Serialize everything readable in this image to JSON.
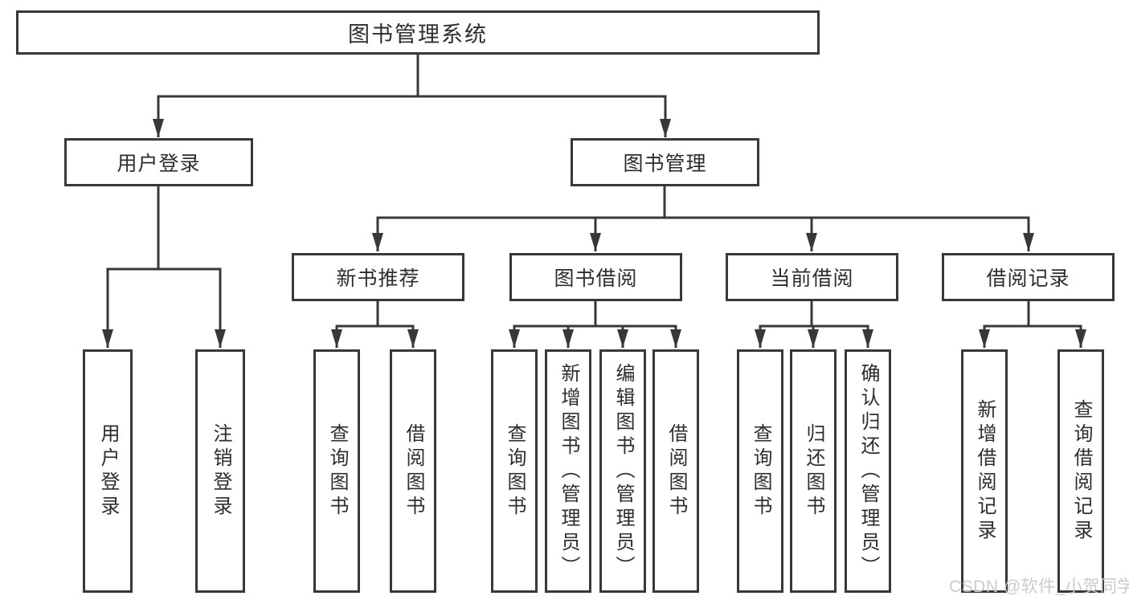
{
  "diagram": {
    "type": "hierarchy-tree",
    "colors": {
      "line": "#383838",
      "box_border": "#383838",
      "text": "#2d2d2d",
      "background": "#ffffff",
      "watermark": "#cbcbcb"
    },
    "tree": {
      "label": "图书管理系统",
      "children": [
        {
          "label": "用户登录",
          "children": [
            {
              "label": "用户登录"
            },
            {
              "label": "注销登录"
            }
          ]
        },
        {
          "label": "图书管理",
          "children": [
            {
              "label": "新书推荐",
              "children": [
                {
                  "label": "查询图书"
                },
                {
                  "label": "借阅图书"
                }
              ]
            },
            {
              "label": "图书借阅",
              "children": [
                {
                  "label": "查询图书"
                },
                {
                  "label": "新增图书（管理员）"
                },
                {
                  "label": "编辑图书（管理员）"
                },
                {
                  "label": "借阅图书"
                }
              ]
            },
            {
              "label": "当前借阅",
              "children": [
                {
                  "label": "查询图书"
                },
                {
                  "label": "归还图书"
                },
                {
                  "label": "确认归还（管理员）"
                }
              ]
            },
            {
              "label": "借阅记录",
              "children": [
                {
                  "label": "新增借阅记录"
                },
                {
                  "label": "查询借阅记录"
                }
              ]
            }
          ]
        }
      ]
    },
    "watermark": {
      "text": "CSDN @软件_小贺同学"
    }
  }
}
